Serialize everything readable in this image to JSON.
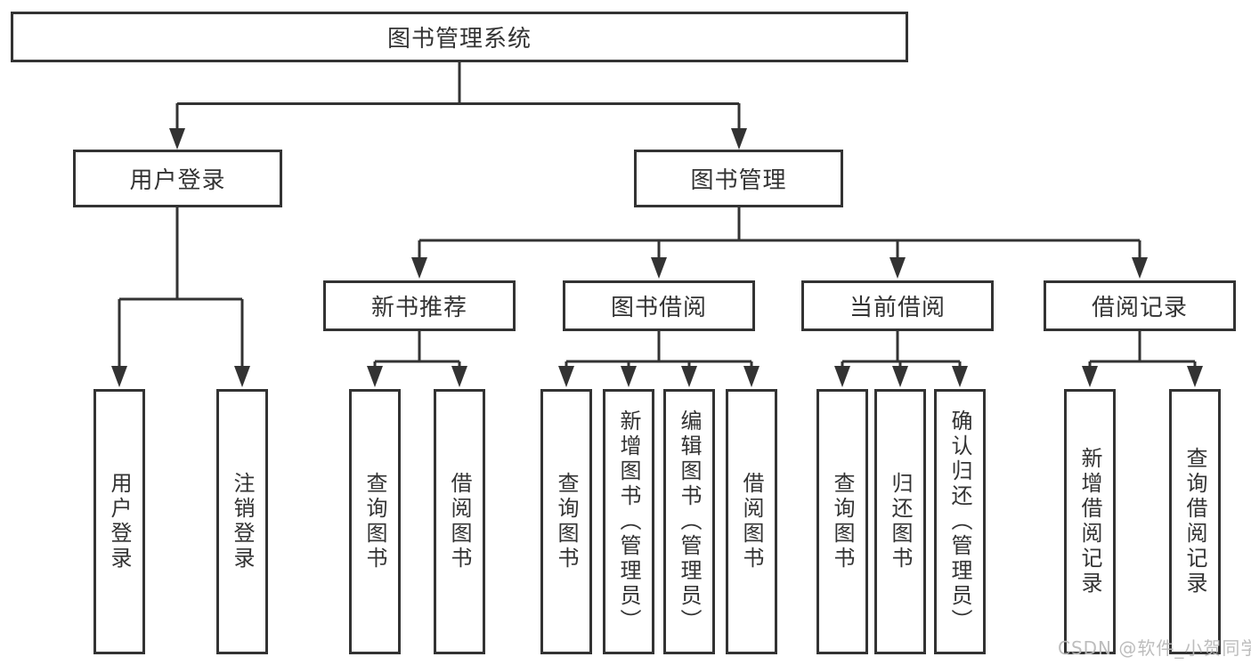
{
  "diagram": {
    "title": "图书管理系统",
    "root": {
      "label": "图书管理系统"
    },
    "level2": [
      {
        "label": "用户登录",
        "children": [
          {
            "label": "用户登录"
          },
          {
            "label": "注销登录"
          }
        ]
      },
      {
        "label": "图书管理",
        "children": [
          {
            "label": "新书推荐",
            "children": [
              {
                "label": "查询图书"
              },
              {
                "label": "借阅图书"
              }
            ]
          },
          {
            "label": "图书借阅",
            "children": [
              {
                "label": "查询图书"
              },
              {
                "label": "新增图书（管理员）"
              },
              {
                "label": "编辑图书（管理员）"
              },
              {
                "label": "借阅图书"
              }
            ]
          },
          {
            "label": "当前借阅",
            "children": [
              {
                "label": "查询图书"
              },
              {
                "label": "归还图书"
              },
              {
                "label": "确认归还（管理员）"
              }
            ]
          },
          {
            "label": "借阅记录",
            "children": [
              {
                "label": "新增借阅记录"
              },
              {
                "label": "查询借阅记录"
              }
            ]
          }
        ]
      }
    ]
  },
  "watermark": {
    "text": "CSDN @软件_小贺同学"
  },
  "colors": {
    "line": "#333333",
    "box_border": "#333333",
    "box_fill": "#ffffff",
    "text": "#333333",
    "watermark": "#b9b9b9"
  }
}
